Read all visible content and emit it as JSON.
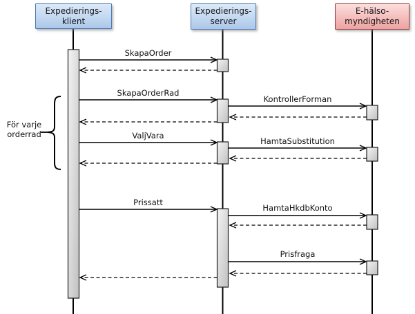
{
  "diagram": {
    "type": "uml-sequence-diagram",
    "actors": [
      {
        "name": "expedieringsklient",
        "label": "Expedierings-\nklient",
        "style": "blue"
      },
      {
        "name": "expedieringsserver",
        "label": "Expedierings-\nserver",
        "style": "blue"
      },
      {
        "name": "ehalsomyndigheten",
        "label": "E-hälso-\nmyndigheten",
        "style": "red"
      }
    ],
    "loop_annotation": {
      "label": "För varje\norderrad",
      "applies_to": [
        "SkapaOrderRad",
        "ValjVara"
      ]
    },
    "messages": [
      {
        "label": "SkapaOrder",
        "from": "Expedierings-klient",
        "to": "Expedierings-server",
        "type": "call",
        "reply": "dashed"
      },
      {
        "label": "SkapaOrderRad",
        "from": "Expedierings-klient",
        "to": "Expedierings-server",
        "type": "call",
        "reply": "dashed"
      },
      {
        "label": "KontrollerForman",
        "from": "Expedierings-server",
        "to": "E-hälso-myndigheten",
        "type": "call",
        "reply": "dashed"
      },
      {
        "label": "ValjVara",
        "from": "Expedierings-klient",
        "to": "Expedierings-server",
        "type": "call",
        "reply": "dashed"
      },
      {
        "label": "HamtaSubstitution",
        "from": "Expedierings-server",
        "to": "E-hälso-myndigheten",
        "type": "call",
        "reply": "dashed"
      },
      {
        "label": "Prissatt",
        "from": "Expedierings-klient",
        "to": "Expedierings-server",
        "type": "call",
        "reply": "dashed"
      },
      {
        "label": "HamtaHkdbKonto",
        "from": "Expedierings-server",
        "to": "E-hälso-myndigheten",
        "type": "call",
        "reply": "dashed"
      },
      {
        "label": "Prisfraga",
        "from": "Expedierings-server",
        "to": "E-hälso-myndigheten",
        "type": "call",
        "reply": "dashed"
      }
    ],
    "colors": {
      "client_fill_top": "#dce9f8",
      "client_fill_bottom": "#abc7e8",
      "client_border": "#4a7ab5",
      "authority_fill_top": "#fbdedd",
      "authority_fill_bottom": "#eda3a2",
      "authority_border": "#9c3938",
      "activation_fill": "#d6d6d6",
      "line": "#000000"
    }
  }
}
